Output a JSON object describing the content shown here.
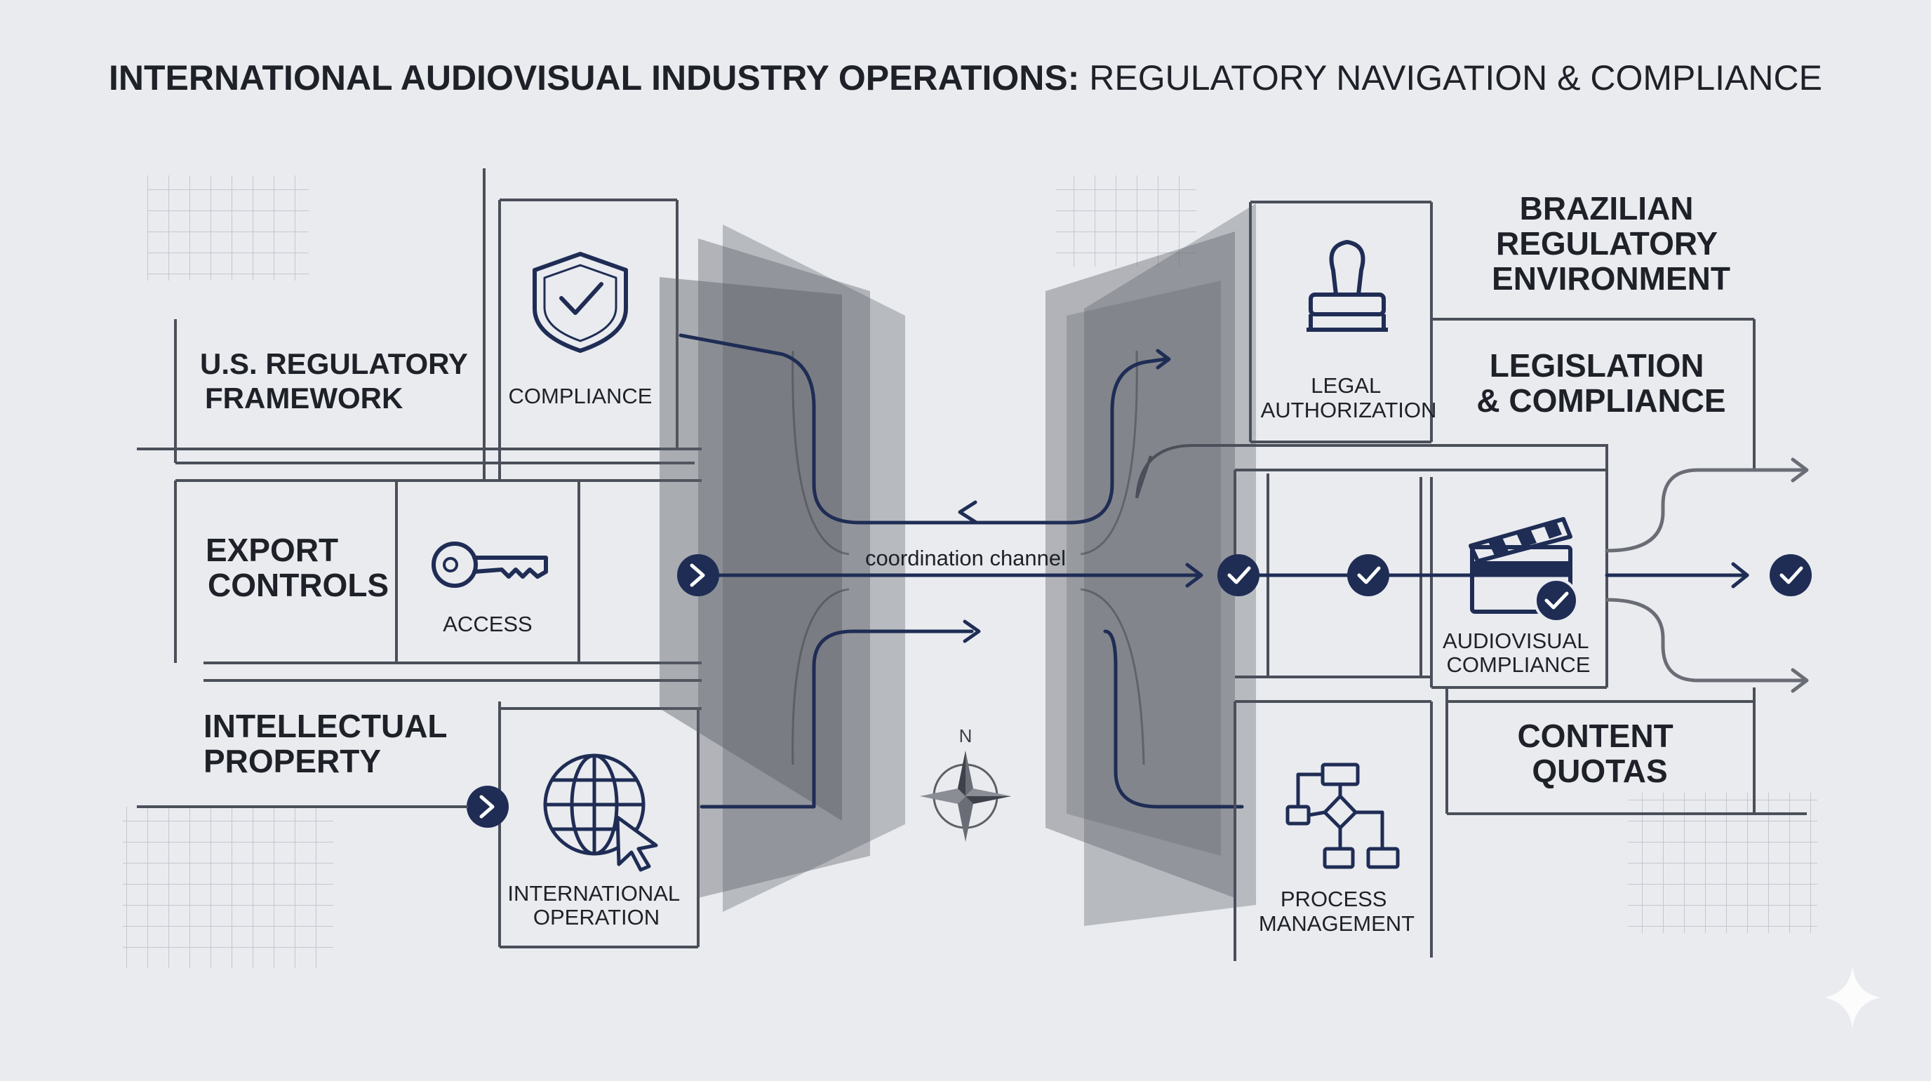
{
  "title": {
    "bold": "INTERNATIONAL AUDIOVISUAL INDUSTRY OPERATIONS:",
    "light": " REGULATORY NAVIGATION & COMPLIANCE"
  },
  "us": {
    "framework": [
      "U.S. REGULATORY",
      "FRAMEWORK"
    ],
    "export": [
      "EXPORT",
      "CONTROLS"
    ],
    "ip": [
      "INTELLECTUAL",
      "PROPERTY"
    ],
    "compliance_label": "COMPLIANCE",
    "access_label": "ACCESS",
    "intl_label": [
      "INTERNATIONAL",
      "OPERATION"
    ]
  },
  "center": {
    "channel_label": "coordination channel",
    "compass_letter": "N"
  },
  "br": {
    "environment": [
      "BRAZILIAN",
      "REGULATORY",
      "ENVIRONMENT"
    ],
    "legislation": [
      "LEGISLATION",
      "& COMPLIANCE"
    ],
    "quotas": [
      "CONTENT",
      "QUOTAS"
    ],
    "legal_label": [
      "LEGAL",
      "AUTHORIZATION"
    ],
    "av_label": [
      "AUDIOVISUAL",
      "COMPLIANCE"
    ],
    "process_label": [
      "PROCESS",
      "MANAGEMENT"
    ]
  },
  "colors": {
    "background": "#e9ebef",
    "line": "#4a4f59",
    "navy": "#1f2d55",
    "panel": "#5c5f66"
  }
}
